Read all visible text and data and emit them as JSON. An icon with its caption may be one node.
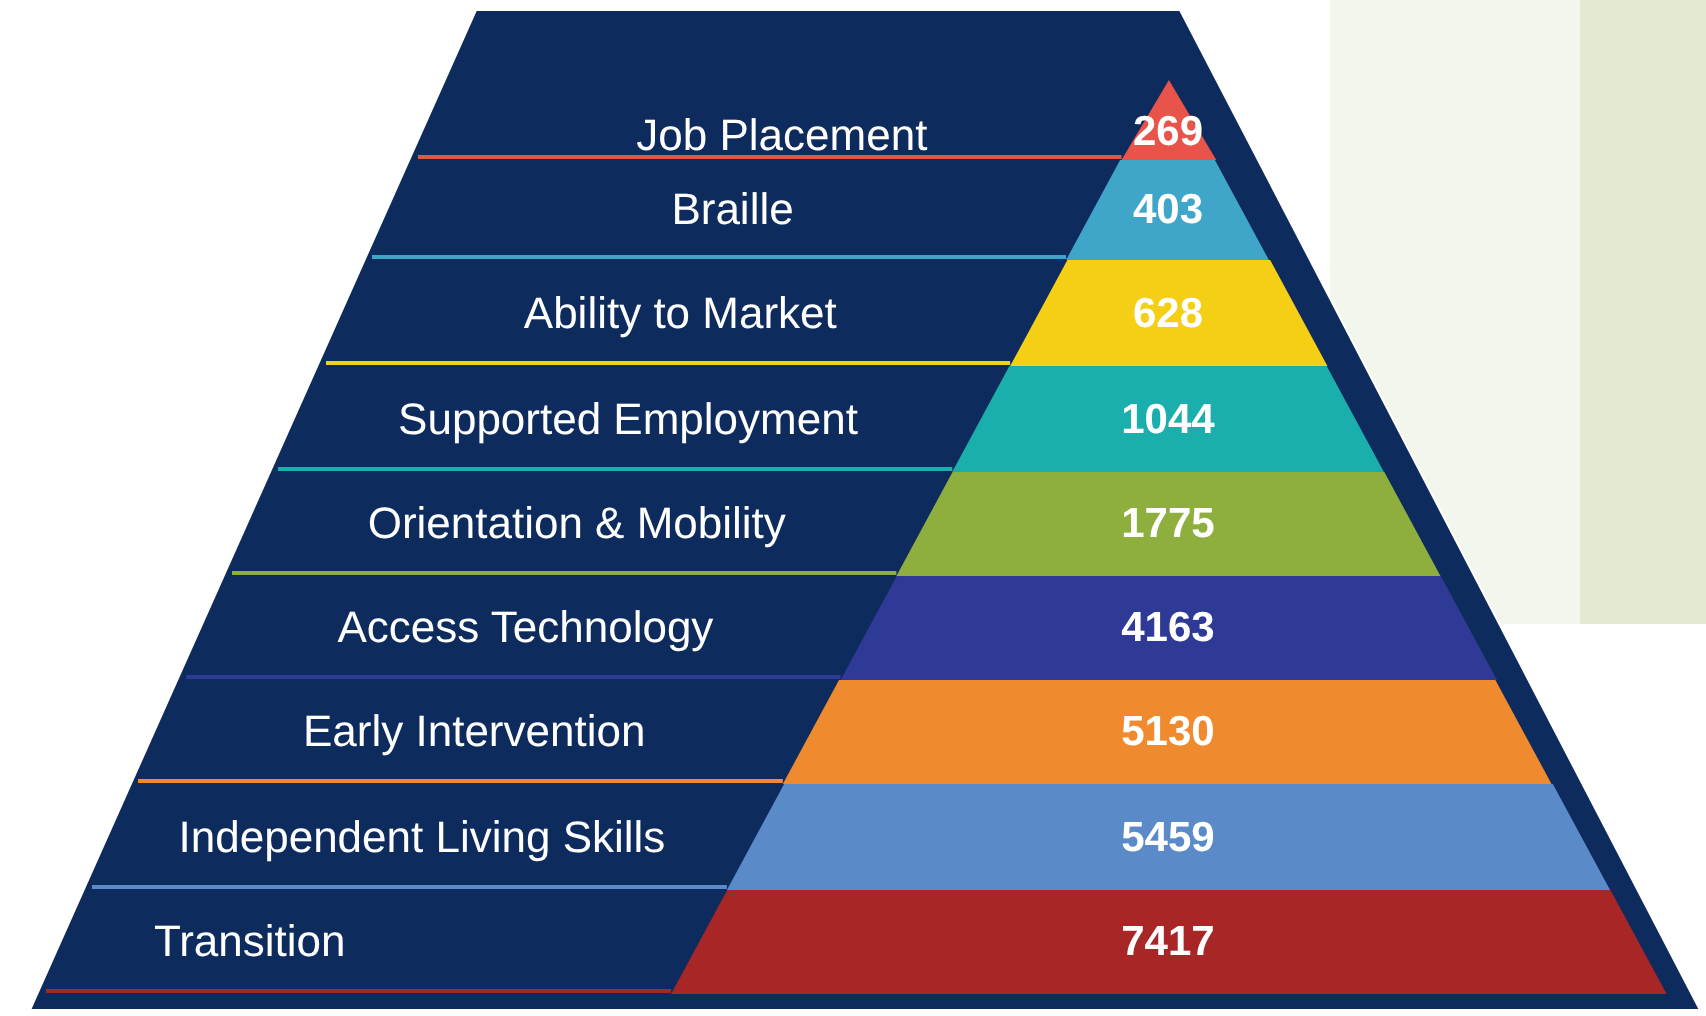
{
  "diagram": {
    "nodes": [
      {
        "text": [],
        "shape": "triangle"
      },
      {
        "text": [
          "Job Placement",
          "269"
        ],
        "in": 0
      },
      {
        "text": [
          "Braille",
          "403"
        ],
        "in": 0
      },
      {
        "text": [
          "Ability to Market",
          "628"
        ],
        "in": 0
      },
      {
        "text": [
          "Supported Employment",
          "1044"
        ],
        "in": 0
      },
      {
        "text": [
          "Orientation & Mobility",
          "1775"
        ],
        "in": 0
      },
      {
        "text": [
          "Access Technology",
          "4163"
        ],
        "in": 0
      },
      {
        "text": [
          "Early Intervention",
          "5130"
        ],
        "in": 0
      },
      {
        "text": [
          "Independent Living Skills",
          "5459"
        ],
        "in": 0
      },
      {
        "text": [
          "Transition",
          "7417"
        ],
        "in": 0
      }
    ]
  }
}
